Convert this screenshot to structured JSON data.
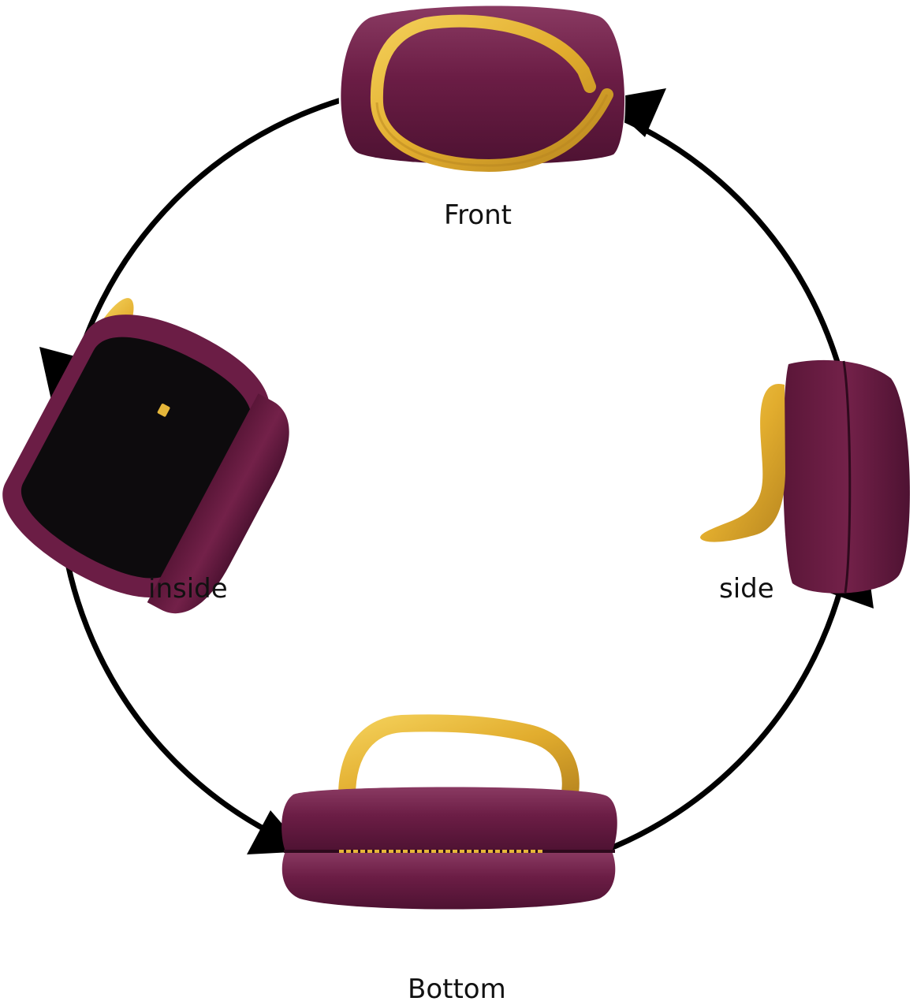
{
  "labels": {
    "front": "Front",
    "inside": "inside",
    "side": "side",
    "bottom": "Bottom"
  },
  "colors": {
    "bag_body": "#6b1d45",
    "bag_shadow": "#4e1232",
    "bag_highlight": "#8a3a62",
    "handle_gold": "#e5b63a",
    "handle_gold_dark": "#b8861f",
    "interior": "#0d0b0d",
    "arrow": "#000000"
  },
  "flow": [
    "side",
    "front",
    "inside",
    "bottom",
    "side"
  ]
}
